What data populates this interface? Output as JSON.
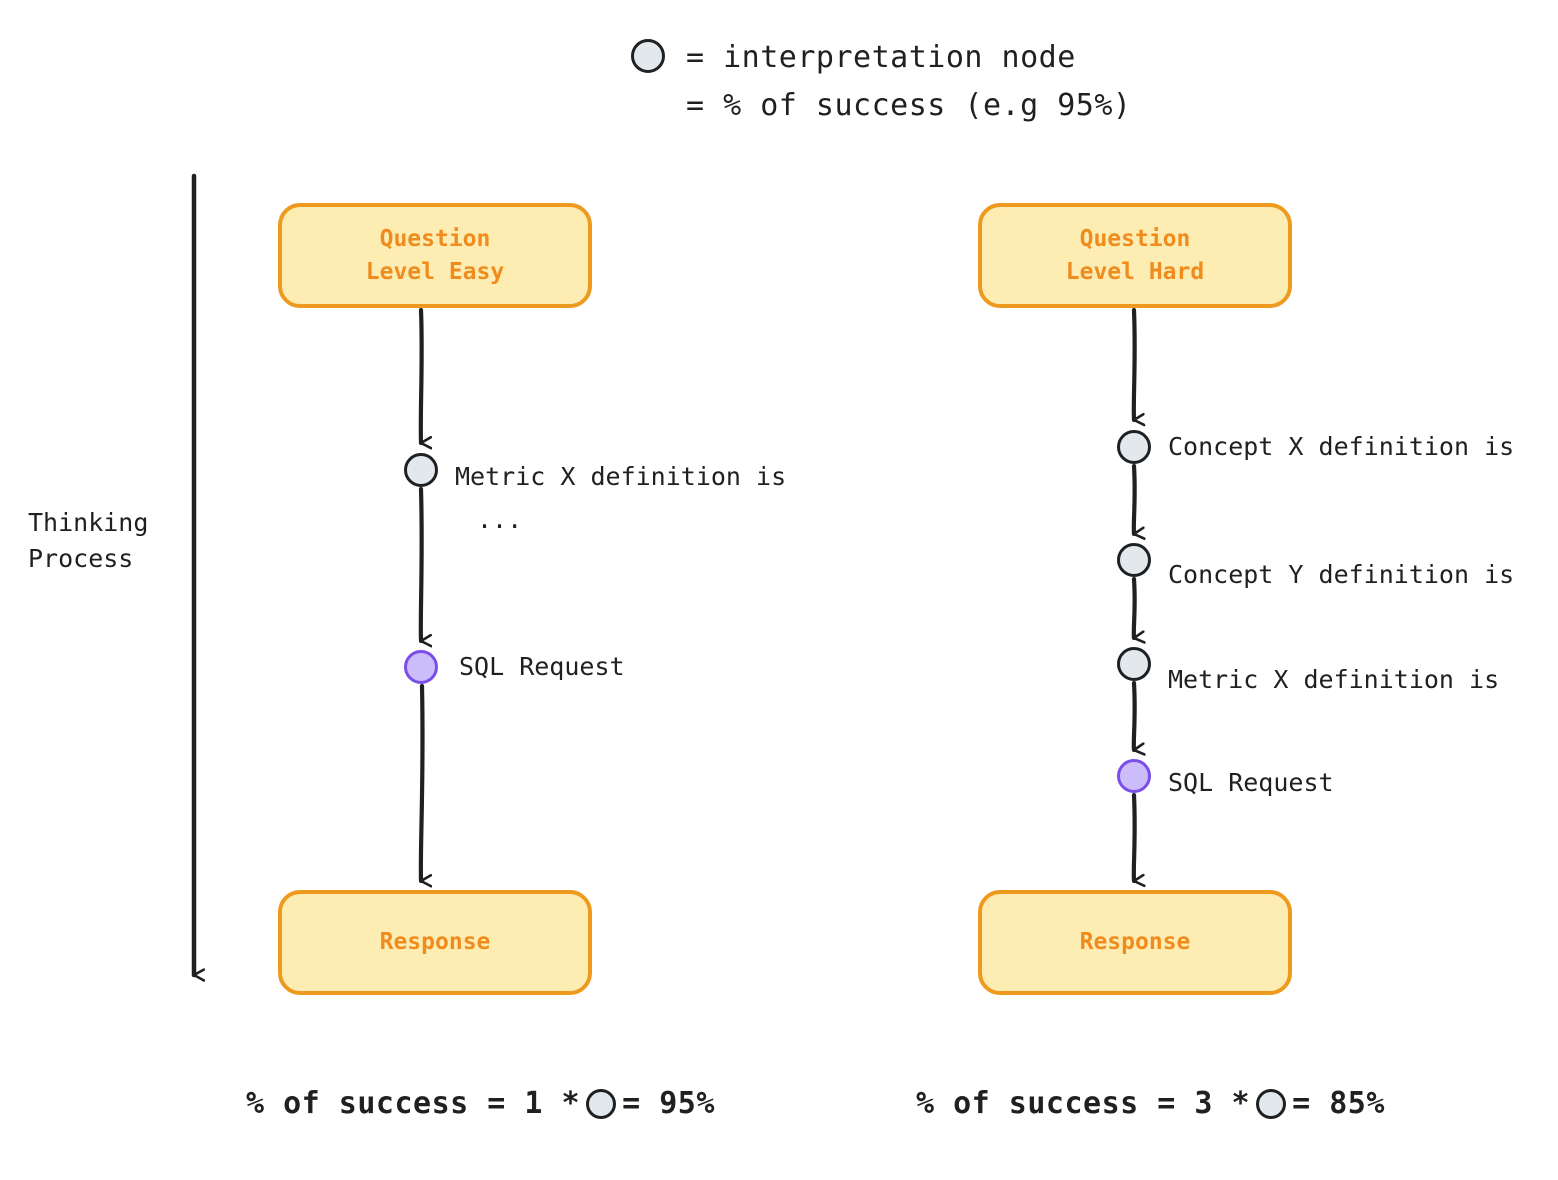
{
  "legend": {
    "node_icon": "interpretation-node-circle",
    "line1": "= interpretation node",
    "line2": "= % of success (e.g 95%)"
  },
  "axis": {
    "label": "Thinking\nProcess",
    "direction": "down-arrow"
  },
  "colors": {
    "box_fill": "#FDEDB3",
    "box_border": "#ED9A1F",
    "box_text": "#F08C1E",
    "interpretation_node_fill": "#E3E8EC",
    "interpretation_node_border": "#1E2021",
    "sql_node_fill": "#CBBDFA",
    "sql_node_border": "#7B4EE8",
    "arrow": "#1E2021",
    "text": "#1E2021"
  },
  "flows": [
    {
      "id": "easy",
      "question_label": "Question\nLevel Easy",
      "response_label": "Response",
      "nodes": [
        {
          "type": "interpretation",
          "label": "Metric X definition is",
          "label2": "..."
        },
        {
          "type": "sql",
          "label": "SQL Request"
        }
      ],
      "formula": {
        "prefix": "% of success = 1 *",
        "suffix": "= 95%",
        "count": 1,
        "result": "95%"
      }
    },
    {
      "id": "hard",
      "question_label": "Question\nLevel Hard",
      "response_label": "Response",
      "nodes": [
        {
          "type": "interpretation",
          "label": "Concept X definition is"
        },
        {
          "type": "interpretation",
          "label": "Concept Y definition is"
        },
        {
          "type": "interpretation",
          "label": "Metric X definition is"
        },
        {
          "type": "sql",
          "label": "SQL Request"
        }
      ],
      "formula": {
        "prefix": "% of success = 3 *",
        "suffix": "= 85%",
        "count": 3,
        "result": "85%"
      }
    }
  ]
}
